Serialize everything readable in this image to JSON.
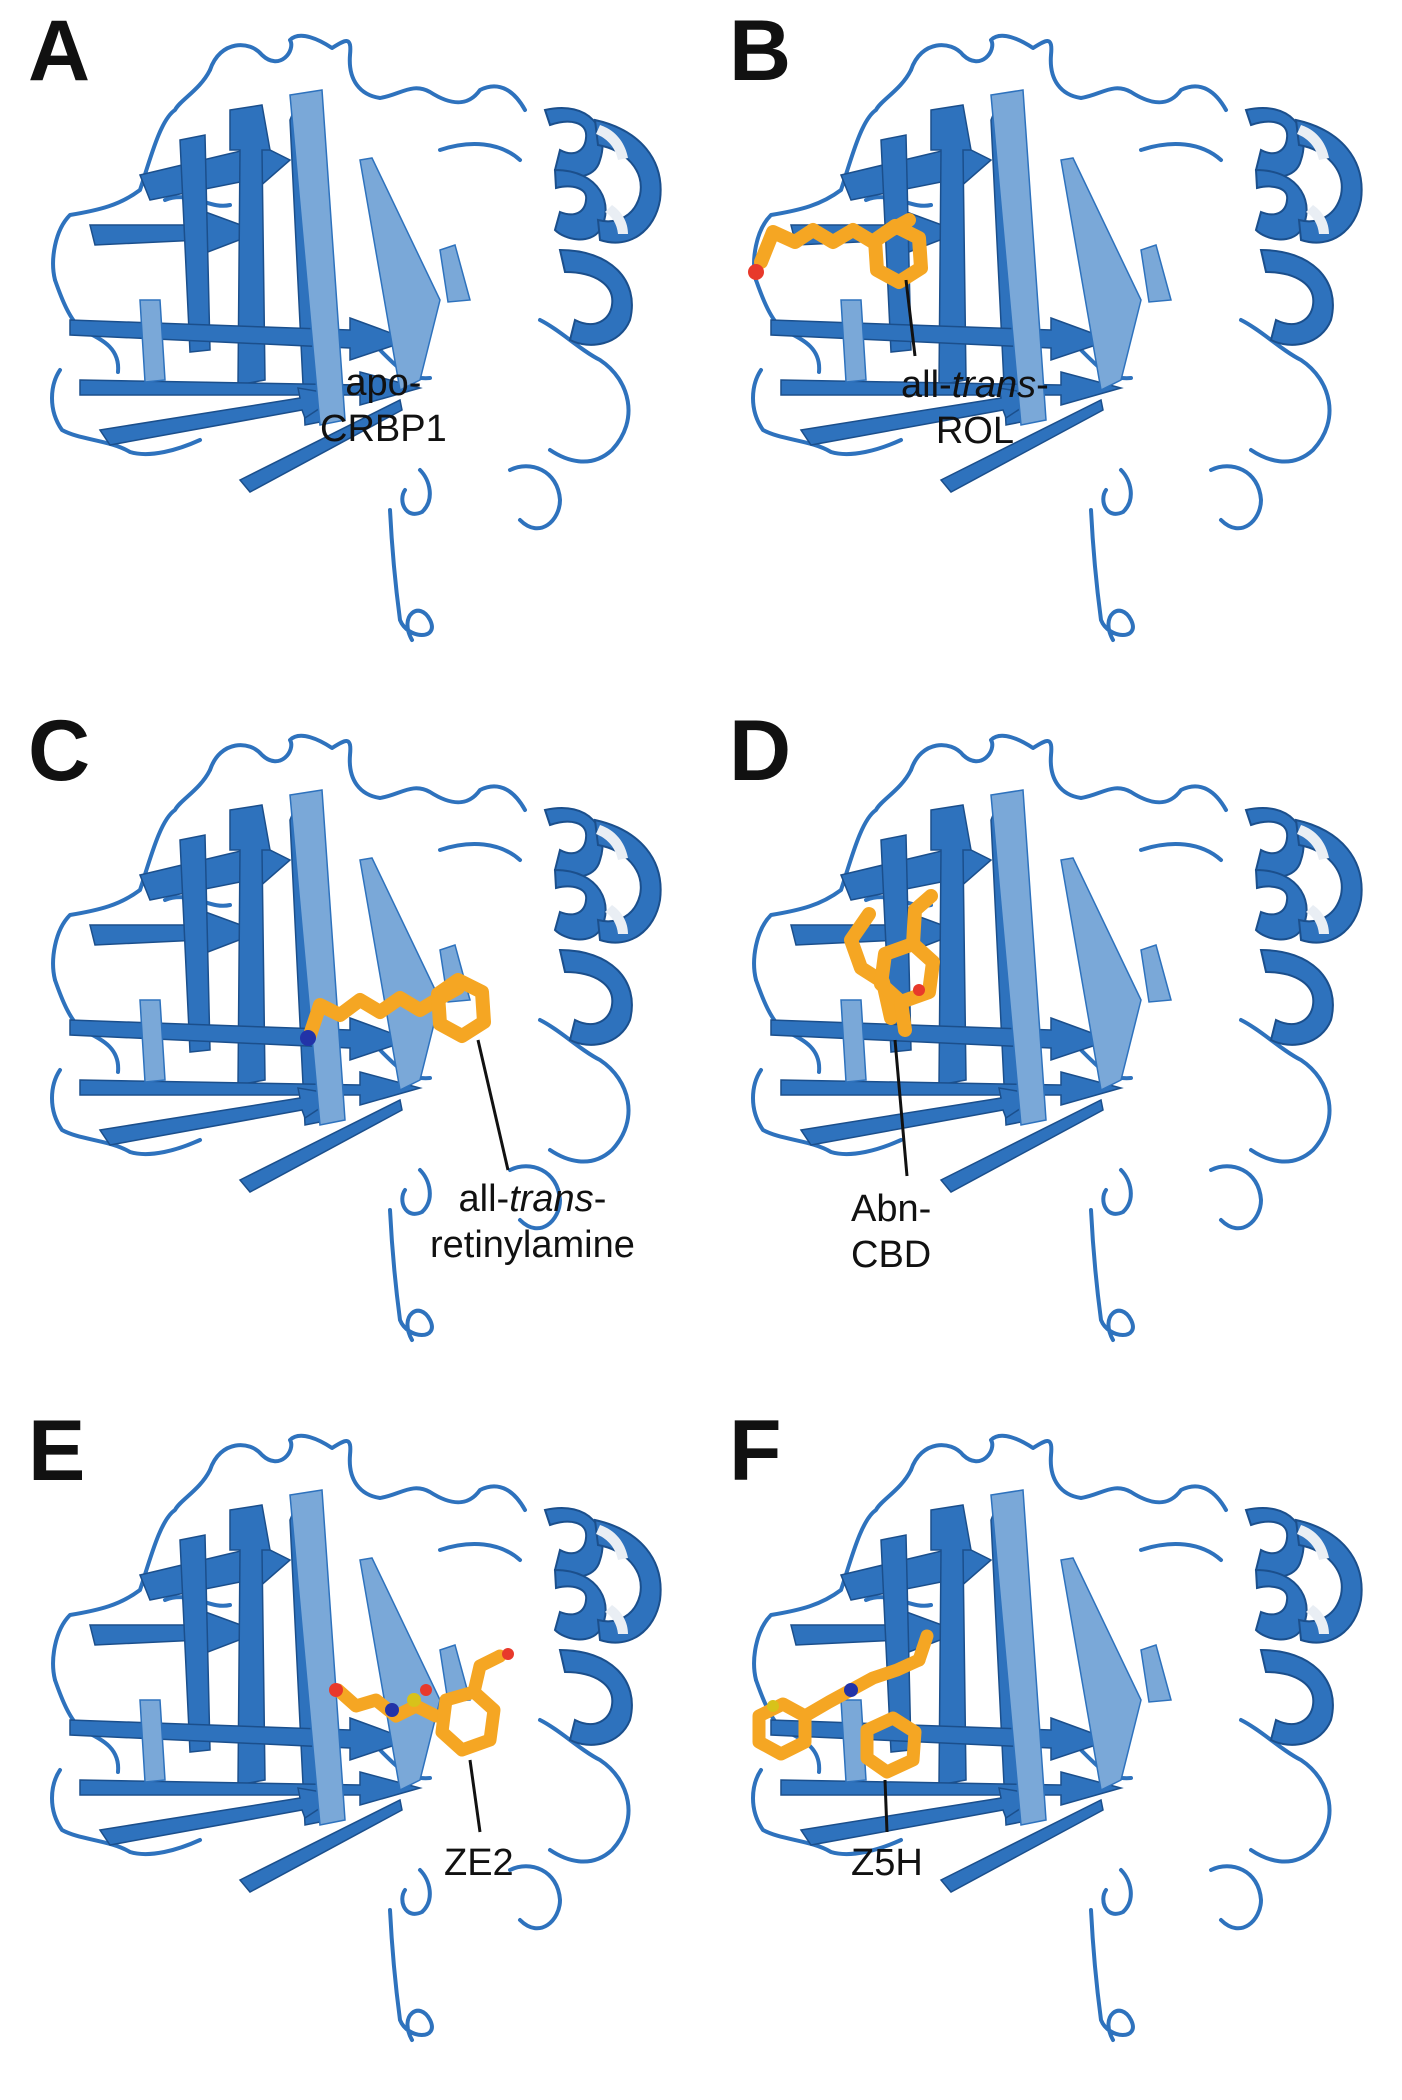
{
  "colors": {
    "protein": "#2e72bd",
    "protein_light": "#7aa8d8",
    "protein_highlight": "#e9eef4",
    "ligand": "#f5a623",
    "oxygen": "#e8392b",
    "nitrogen": "#2233a8",
    "sulfur": "#d8c21a"
  },
  "panels": [
    {
      "letter": "A",
      "label": {
        "line1": "apo-",
        "line2": "CRBP1"
      },
      "ligand": "none"
    },
    {
      "letter": "B",
      "label": {
        "line1_pre": "all-",
        "line1_italic": "trans",
        "line1_post": "-",
        "line2": "ROL"
      },
      "ligand": "retinol"
    },
    {
      "letter": "C",
      "label": {
        "line1_pre": "all-",
        "line1_italic": "trans",
        "line1_post": "-",
        "line2": "retinylamine"
      },
      "ligand": "retinylamine"
    },
    {
      "letter": "D",
      "label": {
        "line1": "Abn-",
        "line2": "CBD"
      },
      "ligand": "abn-cbd"
    },
    {
      "letter": "E",
      "label": {
        "line1": "ZE2"
      },
      "ligand": "ze2"
    },
    {
      "letter": "F",
      "label": {
        "line1": "Z5H"
      },
      "ligand": "z5h"
    }
  ]
}
